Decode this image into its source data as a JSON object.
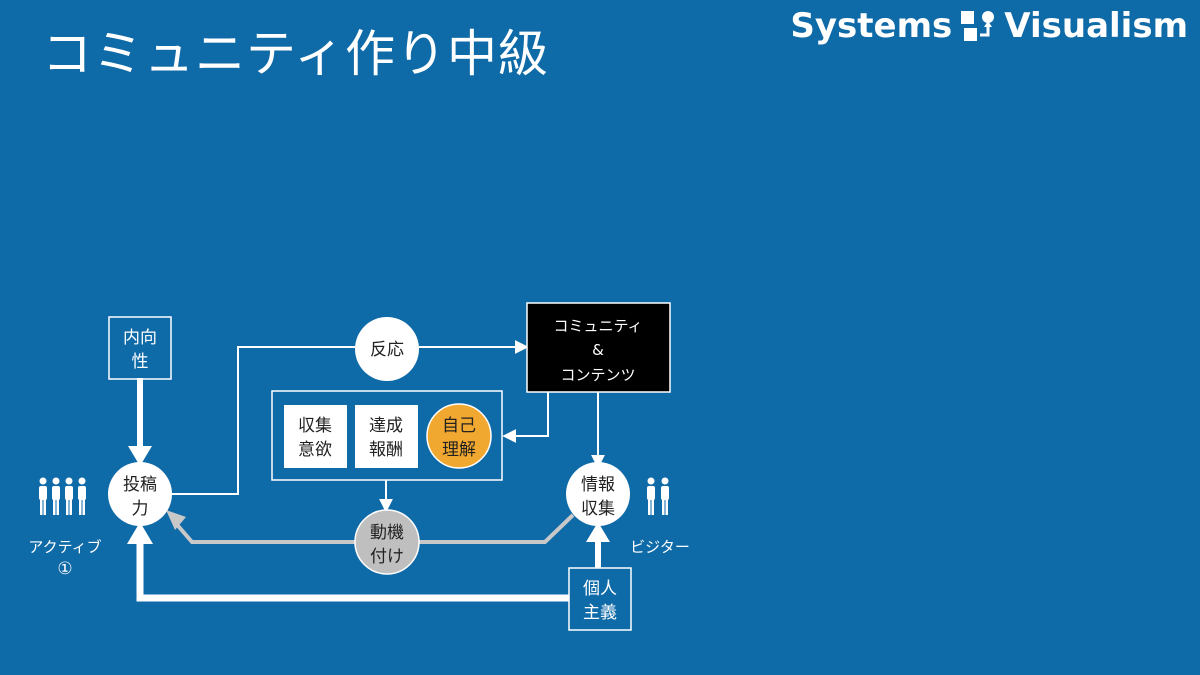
{
  "header": {
    "title": "コミュニティ作り中級",
    "brand_left": "Systems",
    "brand_right": "Visualism",
    "brand_logo_icon": "systems-visualism-logo-icon"
  },
  "diagram": {
    "nodes": {
      "introvert": [
        "内向",
        "性"
      ],
      "posting": [
        "投稿",
        "力"
      ],
      "reaction": [
        "反応"
      ],
      "community": [
        "コミュニティ",
        "&",
        "コンテンツ"
      ],
      "collect_desire": [
        "収集",
        "意欲"
      ],
      "achievement": [
        "達成",
        "報酬"
      ],
      "self_understanding": [
        "自己",
        "理解"
      ],
      "info_gathering": [
        "情報",
        "収集"
      ],
      "motivation": [
        "動機",
        "付け"
      ],
      "individualism": [
        "個人",
        "主義"
      ]
    },
    "labels": {
      "active": "アクティブ",
      "active_num": "①",
      "visitor": "ビジター"
    },
    "icons": {
      "active_people": "four-people-icon",
      "visitor_people": "two-people-icon"
    },
    "colors": {
      "background": "#0f6aa8",
      "self_understanding": "#f0a830",
      "motivation": "#bfbfbf",
      "community": "#000000",
      "gray_arrow": "#c8c8c8"
    }
  }
}
